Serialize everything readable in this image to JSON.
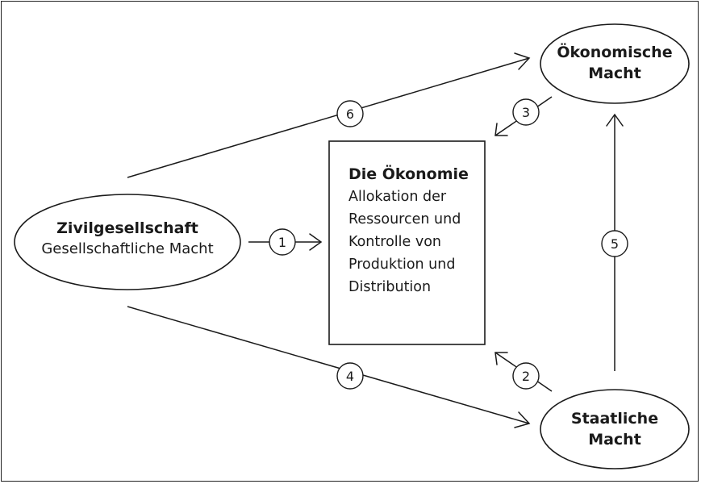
{
  "nodes": {
    "civil_society": {
      "title": "Zivilgesellschaft",
      "subtitle": "Gesellschaftliche Macht"
    },
    "economic_power": {
      "line1": "Ökonomische",
      "line2": "Macht"
    },
    "state_power": {
      "line1": "Staatliche",
      "line2": "Macht"
    },
    "economy": {
      "title": "Die Ökonomie",
      "description": "Allokation der\nRessourcen und\nKontrolle von\nProduktion und\nDistribution"
    }
  },
  "arrows": [
    {
      "id": "1",
      "label": "1"
    },
    {
      "id": "2",
      "label": "2"
    },
    {
      "id": "3",
      "label": "3"
    },
    {
      "id": "4",
      "label": "4"
    },
    {
      "id": "5",
      "label": "5"
    },
    {
      "id": "6",
      "label": "6"
    }
  ]
}
